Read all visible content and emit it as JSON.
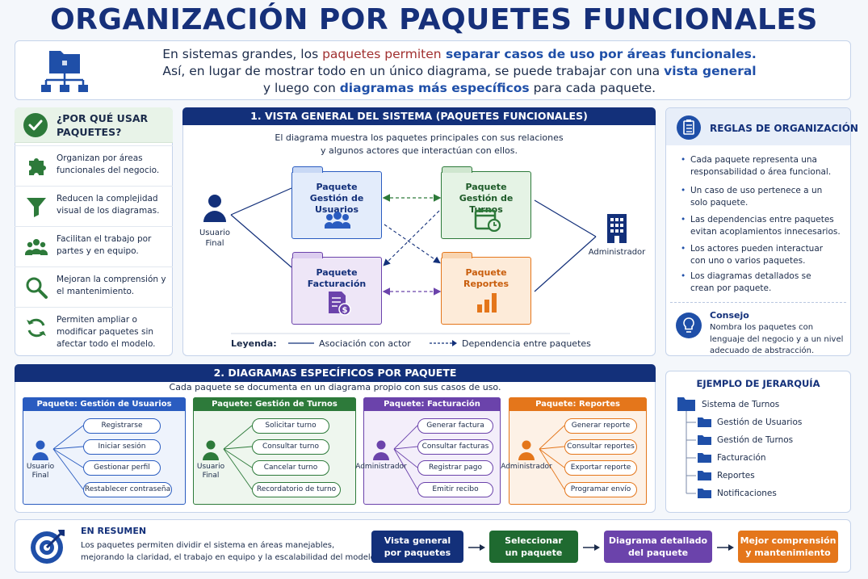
{
  "title": "ORGANIZACIÓN POR PAQUETES FUNCIONALES",
  "intro": {
    "l1_a": "En sistemas grandes, los ",
    "l1_b": "paquetes permiten",
    "l1_c": " separar casos de uso por áreas funcionales.",
    "l2_a": "Así, en lugar de mostrar todo en un único diagrama, se puede trabajar con una ",
    "l2_b": "vista general",
    "l3_a": "y luego con ",
    "l3_b": "diagramas más específicos",
    "l3_c": " para cada paquete."
  },
  "why": {
    "title": "¿POR QUÉ USAR PAQUETES?",
    "items": [
      {
        "text": "Organizan por áreas funcionales del negocio.",
        "icon": "puzzle-icon"
      },
      {
        "text": "Reducen la complejidad visual de los diagramas.",
        "icon": "funnel-icon"
      },
      {
        "text": "Facilitan el trabajo por partes y en equipo.",
        "icon": "team-icon"
      },
      {
        "text": "Mejoran la comprensión y el mantenimiento.",
        "icon": "magnifier-icon"
      },
      {
        "text": "Permiten ampliar o modificar paquetes sin afectar todo el modelo.",
        "icon": "refresh-icon"
      }
    ]
  },
  "overview": {
    "header": "1. VISTA GENERAL DEL SISTEMA (PAQUETES FUNCIONALES)",
    "desc1": "El diagrama muestra los paquetes principales con sus relaciones",
    "desc2": "y algunos actores que interactúan con ellos.",
    "actor_left": [
      "Usuario",
      "Final"
    ],
    "actor_right": "Administrador",
    "packages": [
      {
        "l1": "Paquete",
        "l2": "Gestión de Usuarios"
      },
      {
        "l1": "Paquete",
        "l2": "Gestión de Turnos"
      },
      {
        "l1": "Paquete",
        "l2": "Facturación"
      },
      {
        "l1": "Paquete",
        "l2": "Reportes"
      }
    ],
    "legend_label": "Leyenda:",
    "legend_assoc": "Asociación con actor",
    "legend_dep": "Dependencia entre paquetes"
  },
  "rules": {
    "title": "REGLAS DE ORGANIZACIÓN",
    "items": [
      "Cada paquete representa una responsabilidad o área funcional.",
      "Un caso de uso pertenece a un solo paquete.",
      "Las dependencias entre paquetes evitan acoplamientos innecesarios.",
      "Los actores pueden interactuar con uno o varios paquetes.",
      "Los diagramas detallados se crean por paquete."
    ],
    "tip_title": "Consejo",
    "tip_text": "Nombra los paquetes con lenguaje del negocio y a un nivel adecuado de abstracción."
  },
  "specific": {
    "header": "2. DIAGRAMAS ESPECÍFICOS POR PAQUETE",
    "desc": "Cada paquete se documenta en un diagrama propio con sus casos de uso.",
    "columns": [
      {
        "title": "Paquete: Gestión de Usuarios",
        "actor": [
          "Usuario",
          "Final"
        ],
        "cases": [
          "Registrarse",
          "Iniciar sesión",
          "Gestionar perfil",
          "Restablecer contraseña"
        ],
        "color": "#2a5cc0"
      },
      {
        "title": "Paquete: Gestión de Turnos",
        "actor": [
          "Usuario",
          "Final"
        ],
        "cases": [
          "Solicitar turno",
          "Consultar turno",
          "Cancelar turno",
          "Recordatorio de turno"
        ],
        "color": "#2d7a3a"
      },
      {
        "title": "Paquete: Facturación",
        "actor": [
          "Administrador"
        ],
        "cases": [
          "Generar factura",
          "Consultar facturas",
          "Registrar pago",
          "Emitir recibo"
        ],
        "color": "#6b43ab"
      },
      {
        "title": "Paquete: Reportes",
        "actor": [
          "Administrador"
        ],
        "cases": [
          "Generar reporte",
          "Consultar reportes",
          "Exportar reporte",
          "Programar envío"
        ],
        "color": "#e4761b"
      }
    ]
  },
  "hierarchy": {
    "title": "EJEMPLO DE JERARQUÍA",
    "root": "Sistema de Turnos",
    "children": [
      "Gestión de Usuarios",
      "Gestión de Turnos",
      "Facturación",
      "Reportes",
      "Notificaciones"
    ]
  },
  "summary": {
    "title": "EN RESUMEN",
    "text1": "Los paquetes permiten dividir el sistema en áreas manejables,",
    "text2": "mejorando la claridad, el trabajo en equipo y la escalabilidad del modelo.",
    "steps": [
      {
        "l1": "Vista general",
        "l2": "por paquetes"
      },
      {
        "l1": "Seleccionar",
        "l2": "un paquete"
      },
      {
        "l1": "Diagrama detallado",
        "l2": "del paquete"
      },
      {
        "l1": "Mejor comprensión",
        "l2": "y mantenimiento"
      }
    ]
  },
  "colors": {
    "navy": "#13307a",
    "blue": "#2a5cc0",
    "green": "#2d7a3a",
    "purple": "#6b43ab",
    "orange": "#e4761b"
  }
}
